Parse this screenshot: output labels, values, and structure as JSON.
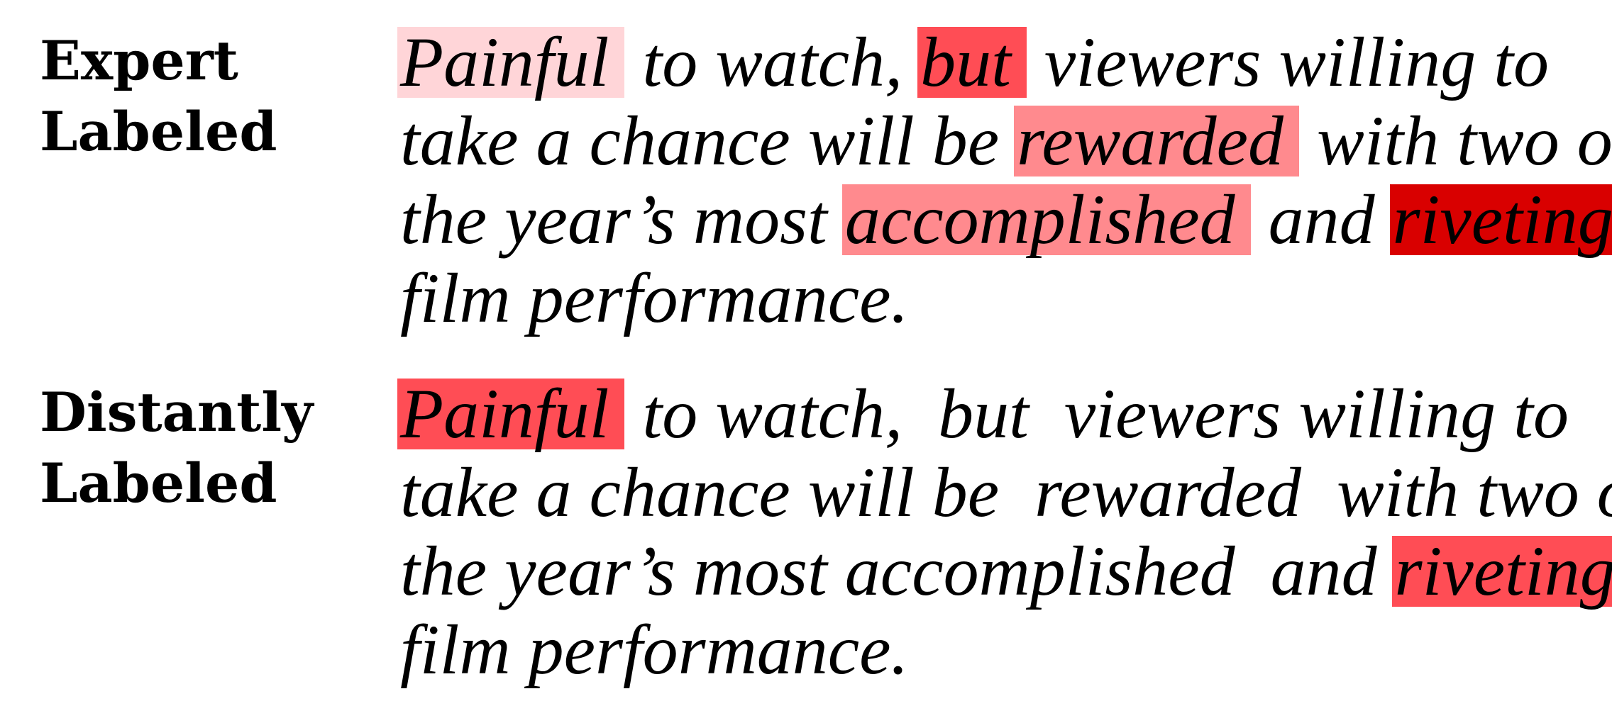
{
  "figure": {
    "colors": {
      "highlight_light": "#ffd5d8",
      "highlight_medium": "#ff8a8e",
      "highlight_strong": "#ff4d55",
      "highlight_darkest": "#d90000"
    },
    "rows": [
      {
        "label_lines": [
          "Expert",
          "Labeled"
        ],
        "lines": [
          [
            {
              "text": "Painful",
              "highlight": "#ffd5d8"
            },
            {
              "text": " to watch, "
            },
            {
              "text": "but",
              "highlight": "#ff4d55"
            },
            {
              "text": " viewers willing to"
            }
          ],
          [
            {
              "text": "take a chance will be "
            },
            {
              "text": "rewarded",
              "highlight": "#ff8a8e"
            },
            {
              "text": " with two of"
            }
          ],
          [
            {
              "text": "the year’s most "
            },
            {
              "text": "accomplished",
              "highlight": "#ff8a8e"
            },
            {
              "text": " and "
            },
            {
              "text": "riveting",
              "highlight": "#d90000"
            }
          ],
          [
            {
              "text": "film performance."
            }
          ]
        ]
      },
      {
        "label_lines": [
          "Distantly",
          "Labeled"
        ],
        "lines": [
          [
            {
              "text": "Painful",
              "highlight": "#ff4d55"
            },
            {
              "text": " to watch,  but  viewers willing to"
            }
          ],
          [
            {
              "text": "take a chance will be  rewarded  with two of"
            }
          ],
          [
            {
              "text": "the year’s most accomplished  and "
            },
            {
              "text": "riveting",
              "highlight": "#ff4d55"
            }
          ],
          [
            {
              "text": "film performance."
            }
          ]
        ]
      }
    ]
  }
}
